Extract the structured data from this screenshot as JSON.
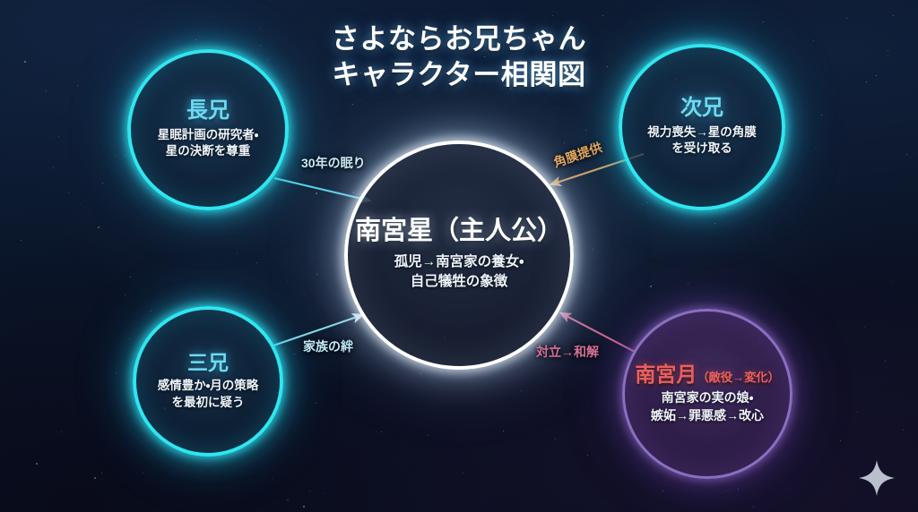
{
  "title": {
    "line1": "さよならお兄ちゃん",
    "line2": "キャラクター相関図"
  },
  "colors": {
    "neon_cyan": "#2ee6f0",
    "node_title_cyan": "#6fd9f5",
    "center_white": "#ffffff",
    "purple_ring": "#8a6fc0",
    "antagonist_red": "#e8615f",
    "edge_cyan": "#5fe0f0",
    "edge_gold": "#e0a860",
    "edge_pink": "#d6709a",
    "background": "#0c1b30"
  },
  "nodes": [
    {
      "id": "eldest-brother",
      "title": "長兄",
      "desc_line1": "星眠計画の研究者・",
      "desc_line2": "星の決断を尊重",
      "style": "cyan"
    },
    {
      "id": "second-brother",
      "title": "次兄",
      "desc_line1": "視力喪失→星の角膜",
      "desc_line2": "を受け取る",
      "style": "cyan"
    },
    {
      "id": "third-brother",
      "title": "三兄",
      "desc_line1": "感情豊か・月の策略",
      "desc_line2": "を最初に疑う",
      "style": "cyan"
    },
    {
      "id": "nangong-yue",
      "title": "南宮月",
      "title_suffix": "（敵役→変化）",
      "desc_line1": "南宮家の実の娘・",
      "desc_line2": "嫉妬→罪悪感→改心",
      "style": "purple"
    },
    {
      "id": "nangong-xing",
      "title": "南宮星（主人公）",
      "desc_line1": "孤児→南宮家の養女・",
      "desc_line2": "自己犠牲の象徴",
      "style": "center"
    }
  ],
  "edges": [
    {
      "id": "eldest-to-center",
      "label": "30年の眠り",
      "color": "#5fe0f0",
      "from": "eldest-brother",
      "to": "nangong-xing"
    },
    {
      "id": "second-to-center",
      "label": "角膜提供",
      "color": "#e0a860",
      "from": "nangong-xing",
      "to": "second-brother"
    },
    {
      "id": "third-to-center",
      "label": "家族の絆",
      "color": "#5fe0f0",
      "from": "third-brother",
      "to": "nangong-xing"
    },
    {
      "id": "yue-to-center",
      "label": "対立→和解",
      "color": "#d6709a",
      "from": "nangong-yue",
      "to": "nangong-xing"
    }
  ],
  "decor": {
    "sparkle_icon": "four-point-star"
  }
}
